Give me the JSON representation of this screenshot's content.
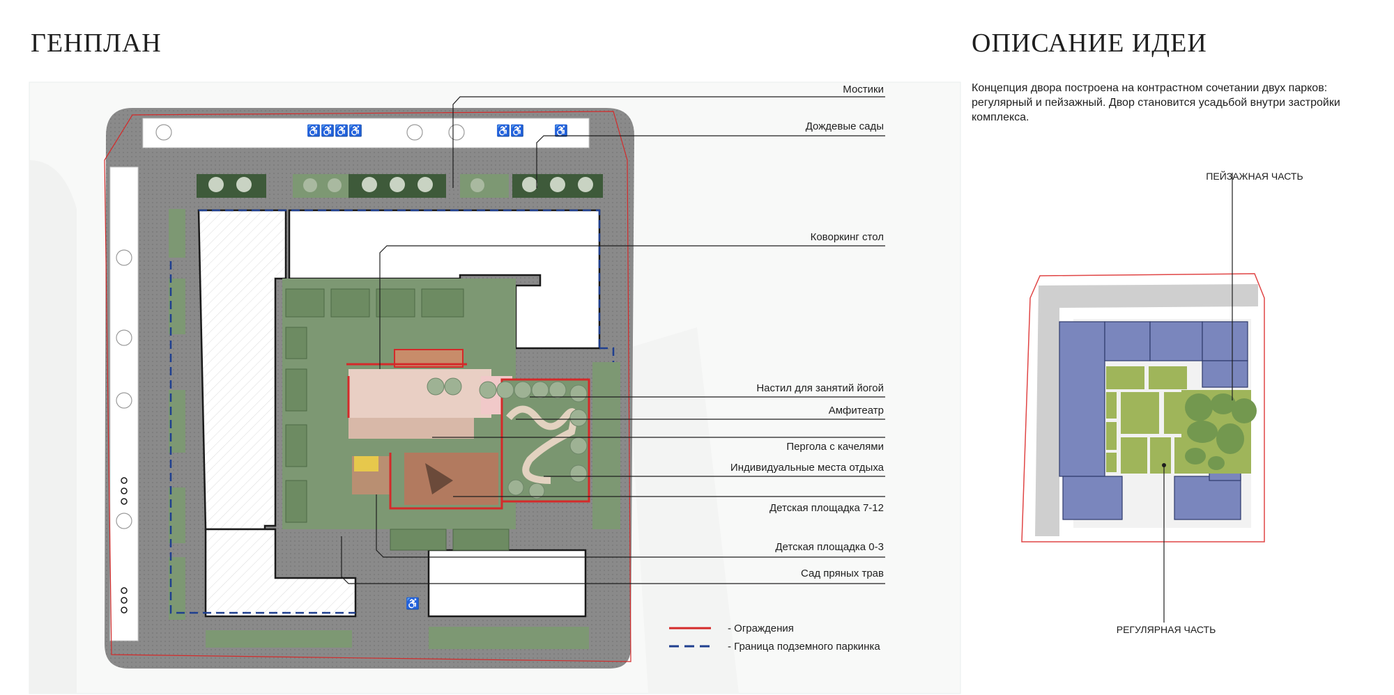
{
  "genplan": {
    "title": "ГЕНПЛАН",
    "annotations": [
      "Мостики",
      "Дождевые сады",
      "Коворкинг стол",
      "Настил для занятий йогой",
      "Амфитеатр",
      "Пергола с качелями",
      "Индивидуальные места отдыха",
      "Детская площадка 7-12",
      "Детская площадка 0-3",
      "Сад пряных трав"
    ],
    "legend": [
      {
        "label": "- Ограждения",
        "color": "#d42a2a",
        "style": "solid"
      },
      {
        "label": "- Граница подземного паркинка",
        "color": "#1f3f8f",
        "style": "dashed"
      }
    ]
  },
  "idea": {
    "title": "ОПИСАНИЕ ИДЕИ",
    "description": "Концепция двора построена на контрастном сочетании двух парков: регулярный и пейзажный. Двор становится усадьбой внутри застройки комплекса.",
    "labels": {
      "landscape": "ПЕЙЗАЖНАЯ ЧАСТЬ",
      "regular": "РЕГУЛЯРНАЯ ЧАСТЬ"
    }
  },
  "colors": {
    "paving": "#8c8c8c",
    "green": "#7d9873",
    "deep_green": "#3e5a3a",
    "building": "#ffffff",
    "fence": "#d42a2a",
    "parking_border": "#1f3f8f",
    "mini_building": "#7a86bd",
    "mini_green": "#9fb55a"
  },
  "icons": [
    "wheelchair-icon",
    "bicycle-icon",
    "parking-sign-icon",
    "leader-line"
  ]
}
